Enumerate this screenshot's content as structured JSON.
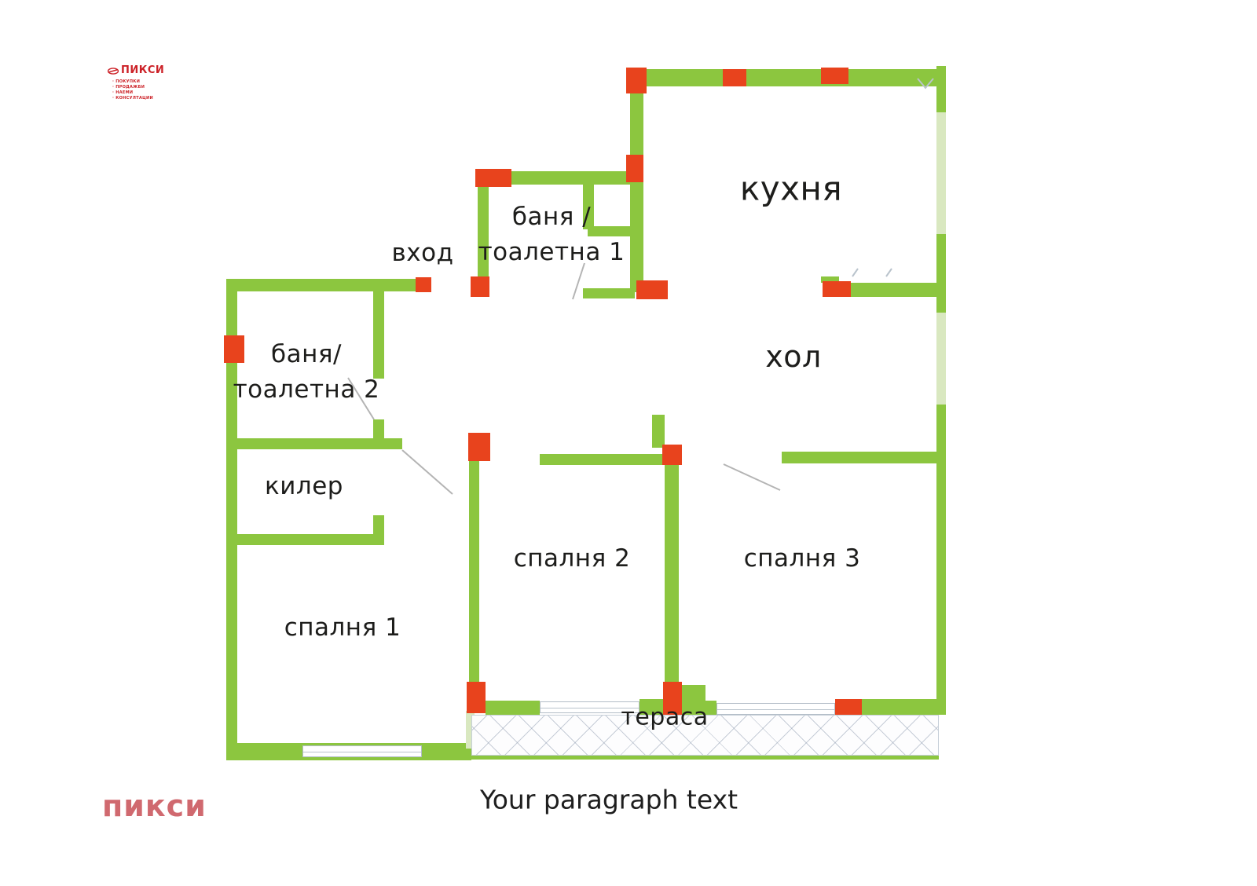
{
  "logo": {
    "name": "ПИКСИ",
    "services": [
      "· ПОКУПКИ",
      "· ПРОДАЖБИ",
      "· НАЕМИ",
      "· КОНСУЛТАЦИИ"
    ],
    "color": "#cc2127"
  },
  "floorplan": {
    "wall_color": "#8cc63f",
    "window_color": "#d9e8c0",
    "marker_color": "#e8431d",
    "hatch_color": "#a9b5c5",
    "labels": {
      "kitchen": "кухня",
      "hall": "хол",
      "entrance": "вход",
      "bath1_line1": "баня /",
      "bath1_line2": "тоалетна 1",
      "bath2_line1": "баня/",
      "bath2_line2": "тоалетна 2",
      "pantry": "килер",
      "bedroom1": "спалня 1",
      "bedroom2": "спалня 2",
      "bedroom3": "спалня 3",
      "terrace": "тераса"
    }
  },
  "footer": {
    "brand": "пикси",
    "brand_color": "#d0696f",
    "caption": "Your paragraph text"
  }
}
